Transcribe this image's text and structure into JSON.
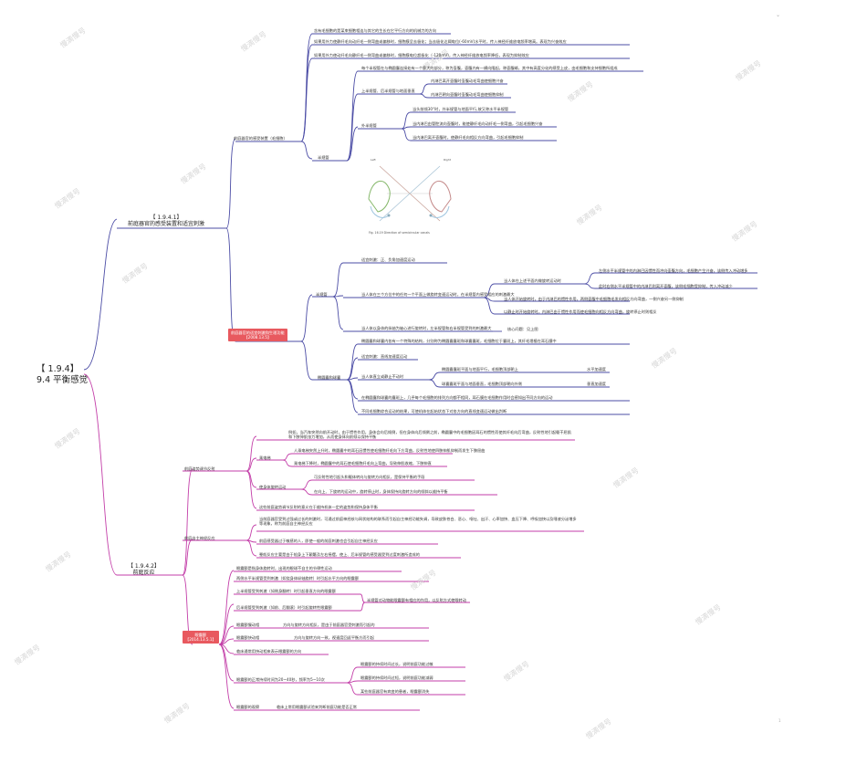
{
  "root": {
    "code": "【 1.9.4】",
    "title": "9.4 平衡感觉"
  },
  "branch1": {
    "code": "【 1.9.4.1】",
    "title": "前庭器官的感受装置和适宜刺激"
  },
  "branch2": {
    "code": "【 1.9.4.2】",
    "title": "前庭反应"
  },
  "b1_sub1": "前庭器官的感受装置（毛细胞）",
  "b1_sub1_items": [
    "含有毛细胞的是某束细胞相连与其它的生长在它平行方向的机械力的方向",
    "如果用外力使静纤毛向动纤毛一侧弯曲或偏移时，细胞膜呈去极化；当去极化达阈电位(-60mV)水平时，传入神经纤维放电频率增高。表现为兴奋效应",
    "如果用外力使动纤毛向静纤毛一侧弯曲或偏移时，细胞膜电位超极化（-120mV)，传入神经纤维放电频率降低，表现为抑制效应"
  ],
  "b1_canal": "半规管",
  "b1_canal_items": [
    "每个半规管在与椭圆囊连接处有一个膨大的部分，称为壶腹，壶腹内有一横向隆起，称壶腹嵴，其中有高度分化的感受上皮，由毛细胞和支持细胞所组成",
    "上半规管、后半规管与地面垂直",
    "外半规管"
  ],
  "b1_vert_items": [
    "内淋巴离开壶腹时壶腹动毛弯曲使细胞兴奋",
    "内淋巴朝向壶腹时壶腹动毛弯曲使细胞抑制"
  ],
  "b1_horiz_items": [
    "当头前倾30°时，外半规管与地面平行,故又称水平半规管",
    "当内淋巴由管腔流向壶腹时，能使静纤毛向动纤毛一侧弯曲，引起毛细胞兴奋",
    "当内淋巴离开壶腹时，使静纤毛向相反方向弯曲，引起毛细胞抑制"
  ],
  "figure": {
    "caption": "Fig. 16.19  Direction of semicircular canals",
    "left": "Left",
    "right": "Right"
  },
  "b1_red": {
    "line1": "前庭器官的适宜刺激和生理功能",
    "line2": "【2008.13.5】"
  },
  "b1_vest": "半规管",
  "b1_vest_items": [
    "适宜刺激：正、负角加速度运动",
    "当人体在三个方位中的任何一个平面上做旋转变速运动时，在半规管内感受相应的刺激最大",
    "当人体以身体的纵轴为轴心进行旋转时，左半规管和右半规管受到的刺激最大"
  ],
  "b1_vest_detail": [
    "当人体在上述平面内做旋转运动时",
    "当人体开始旋转时，由于内淋巴的惯性作用，两侧壶腹中毛细胞毛发向相反方向弯曲，一侧兴奋另一侧抑制",
    "以静止时开始旋转时，内淋巴由于惯性作用而使毛细胞向相反方向弯曲，旋转停止时则相反",
    "核心问题：见上图"
  ],
  "b1_vest_far": [
    "左侧水平半规管中的内淋巴因惯性而冲向壶腹方向，毛细胞产生兴奋，该侧传入冲动增多",
    "此时右侧水平半规管中的内淋巴则离开壶腹，该侧毛细胞受抑制，传入冲动减少"
  ],
  "b1_oto": "椭圆囊和球囊",
  "b1_oto_items": [
    "椭圆囊和球囊内各有一个特殊的结构，分别称为椭圆囊囊斑和球囊囊斑，毛细胞位于囊斑上，其纤毛埋植在耳石膜中",
    "适宜刺激：直线加速度运动",
    "当人体直立或静止不动时",
    "在椭圆囊和球囊的囊斑上，几乎每个毛细胞的排列方向都不相同，耳石膜在毛细胞作用时会感知出不同方向的运动",
    "不同毛细胞综合运动的结果，可使机体在起始状态下对各方向的直线变速运动做出判断"
  ],
  "b1_oto_sub": [
    "椭圆囊囊斑平面与地面平行，毛细胞顶部朝上",
    "球囊囊斑平面与地面垂直，毛细胞顶部朝向外侧"
  ],
  "b1_oto_far": [
    "水平加速度",
    "垂直加速度"
  ],
  "b2_sub1": "前庭姿势调节反射",
  "b2_sub1_items": [
    "例如，当汽车突然向前开动时，由于惯性作用，身体会向后倾倒，但在身体向后倾倒之前，椭圆囊中的毛细胞因耳石的惯性而使其纤毛向后弯曲，反射性地引起躯干屈肌和下肢伸肌张力增加，从而使身体向前倾以保持平衡",
    "乘电梯",
    "使身体旋转运动",
    "这些前庭姿势调节反射的意义在于维持机体一定的姿势和保持身体平衡"
  ],
  "b2_elev": [
    "人乘电梯突然上升时，椭圆囊中的耳石因惯性使毛细胞纤毛向下方弯曲，反射性地使四肢伸肌抑制而发生下肢屈曲",
    "乘电梯下降时，椭圆囊中的耳石使毛细胞纤毛向上弯曲，导致伸肌收缩，下肢伸直"
  ],
  "b2_rot": [
    "可反射性地引起头和躯体转向与旋转方向相反，是保持平衡的手段",
    "在向上、下旋转的运动中，旋转停止时，身体保持向旋转方向的倾斜以维持平衡"
  ],
  "b2_sub2": "前庭自主神经反应",
  "b2_sub2_items": [
    "当前庭器官受到过强或过长的刺激时，可通过前庭神经核与网状结构的联系而引起自主神经功能失调，导致皮肤苍白、恶心、呕吐、出汗、心率加快、血压下降、呼吸加快以及唾液分泌增多等现象，称为前庭自主神经反应",
    "前庭感受器过于敏感的人，即使一般的前庭刺激也会引起自主神经反应",
    "晕船反应主要是由于船身上下颠簸及左右摇摆，使上、后半规管的感受器受到过度刺激所造成的"
  ],
  "b2_red": {
    "line1": "眼震颤",
    "line2": "【2014.13.5.1】"
  },
  "b2_nys_items": [
    "眼震颤是指身体旋转时，出现的眼球不自主的节律性运动",
    "两侧水平半规管受到刺激（如绕身体纵轴旋转）时引起水平方向的眼震颤",
    "上半规管受到刺激（如侧身翻转）时引起垂直方向的眼震颤",
    "后半规管受到刺激（如前、后翻滚）时引起旋转性眼震颤",
    "眼震颤慢动相",
    "眼震颤快动相",
    "临床通常用快动相来表示眼震颤的方向",
    "眼震颤的正常持续时间为20~40秒，频率为5~10次",
    "眼震颤的观察"
  ],
  "b2_nys_group": "半规管对动物能眼震颤有相应的作用，以反射方式使眼转动",
  "b2_slow": "方向与旋转方向相反，是由于前庭器官受刺激而引起的",
  "b2_fast": "方向与旋转方向一致，视速度回返平衡方而引起",
  "b2_time": [
    "眼震颤的持续时间过长，说明前庭功能过敏",
    "眼震颤的持续时间过短，说明前庭功能减弱",
    "某些前庭器官有病变的患者，眼震颤消失"
  ],
  "b2_obs": "临床上常用眼震颤试验来判断前庭功能是否正常",
  "watermark": "慢滴慢号",
  "corner": "⌄",
  "page": "1"
}
